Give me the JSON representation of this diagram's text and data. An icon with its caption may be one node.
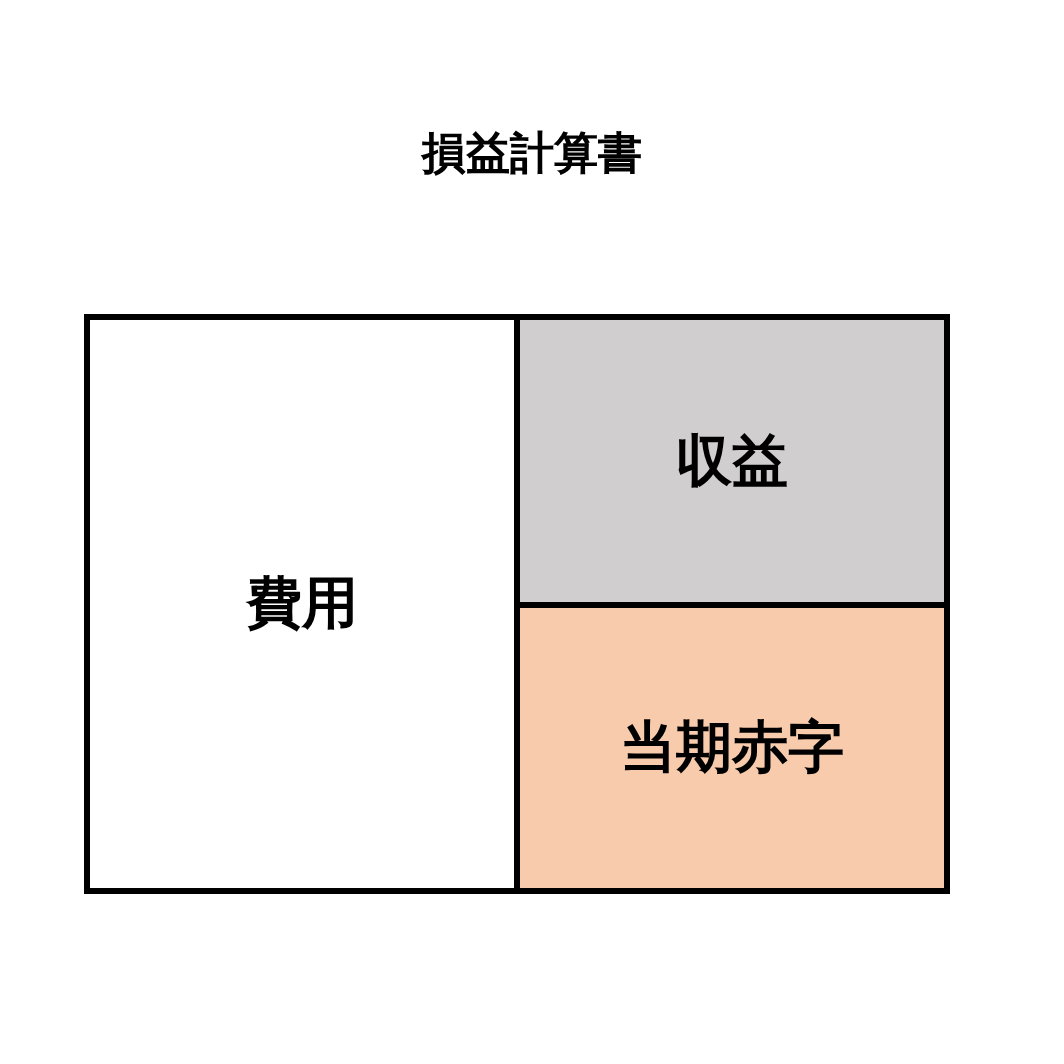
{
  "diagram": {
    "title": "損益計算書",
    "nodes": [
      {
        "text": [
          "費用"
        ]
      },
      {
        "text": [
          "収益"
        ]
      },
      {
        "text": [
          "当期赤字"
        ]
      }
    ]
  }
}
